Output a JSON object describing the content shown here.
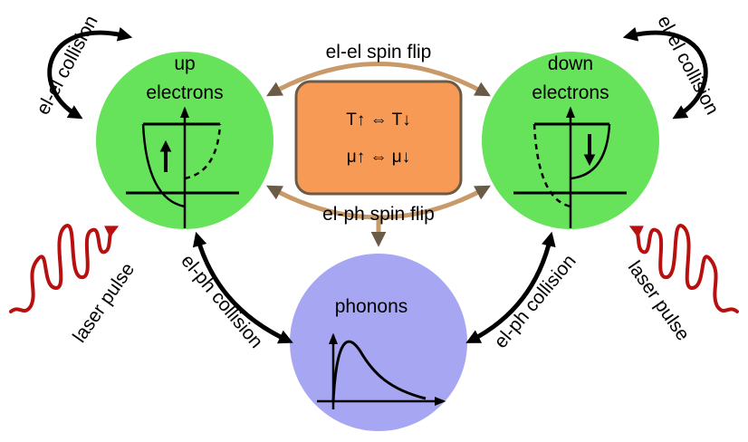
{
  "labels": {
    "up_line1": "up",
    "up_line2": "electrons",
    "down_line1": "down",
    "down_line2": "electrons",
    "phonons": "phonons",
    "el_el_spin_flip": "el-el spin flip",
    "el_ph_spin_flip": "el-ph spin flip",
    "el_el_collision_left": "el-el collision",
    "el_el_collision_right": "el-el collision",
    "el_ph_collision_left": "el-ph collision",
    "el_ph_collision_right": "el-ph collision",
    "laser_pulse_left": "laser pulse",
    "laser_pulse_right": "laser pulse",
    "box_line1": "T↑ ⇔ T↓",
    "box_line2": "μ↑ ⇔ μ↓"
  },
  "colors": {
    "electrons": "#66e35b",
    "phonons": "#a6a6f2",
    "box": "#f79a55",
    "box_border": "#6b5a45",
    "spin_flip_arrow": "#c89a6a",
    "arrowhead_brown": "#6b5a45",
    "laser": "#b80f0f",
    "collision_arrow": "#000000"
  }
}
